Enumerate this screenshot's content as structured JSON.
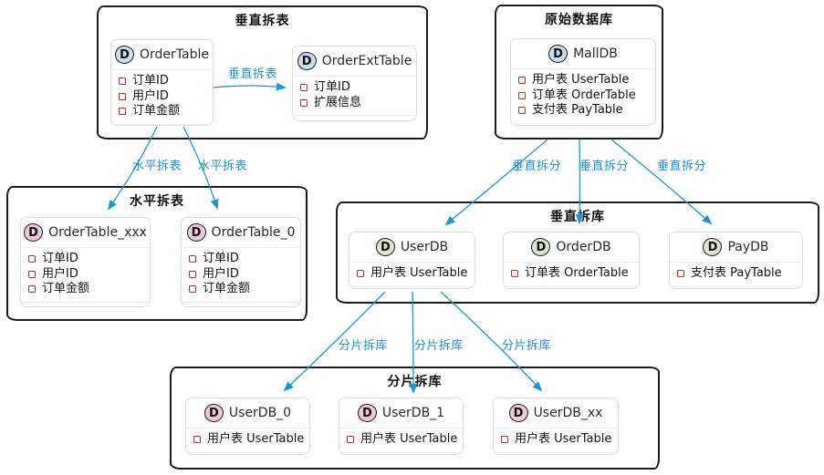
{
  "icons": {
    "entity_letter": "D"
  },
  "colors": {
    "edge_blue": "#1e96d4",
    "group_border": "#1c1c1c",
    "entity_border": "#dedede",
    "field_bullet_red": "#c42b2b",
    "icon_blue": "#c9ddef",
    "icon_pink": "#ebc8da",
    "icon_green": "#d7e8ce"
  },
  "groups": {
    "vertical_table": {
      "title": "垂直拆表"
    },
    "original_db": {
      "title": "原始数据库"
    },
    "horizontal_table": {
      "title": "水平拆表"
    },
    "vertical_db": {
      "title": "垂直拆库"
    },
    "shard_db": {
      "title": "分片拆库"
    }
  },
  "entities": {
    "order_table": {
      "name": "OrderTable",
      "fields": [
        "订单ID",
        "用户ID",
        "订单金额"
      ]
    },
    "order_ext_table": {
      "name": "OrderExtTable",
      "fields": [
        "订单ID",
        "扩展信息"
      ]
    },
    "mall_db": {
      "name": "MallDB",
      "fields": [
        "用户表 UserTable",
        "订单表 OrderTable",
        "支付表 PayTable"
      ]
    },
    "order_table_xxx": {
      "name": "OrderTable_xxx",
      "fields": [
        "订单ID",
        "用户ID",
        "订单金额"
      ]
    },
    "order_table_0": {
      "name": "OrderTable_0",
      "fields": [
        "订单ID",
        "用户ID",
        "订单金额"
      ]
    },
    "user_db": {
      "name": "UserDB",
      "fields": [
        "用户表 UserTable"
      ]
    },
    "order_db": {
      "name": "OrderDB",
      "fields": [
        "订单表 OrderTable"
      ]
    },
    "pay_db": {
      "name": "PayDB",
      "fields": [
        "支付表 PayTable"
      ]
    },
    "user_db_0": {
      "name": "UserDB_0",
      "fields": [
        "用户表 UserTable"
      ]
    },
    "user_db_1": {
      "name": "UserDB_1",
      "fields": [
        "用户表 UserTable"
      ]
    },
    "user_db_xx": {
      "name": "UserDB_xx",
      "fields": [
        "用户表 UserTable"
      ]
    }
  },
  "edges": [
    {
      "label": "垂直拆表",
      "from": "OrderTable",
      "to": "OrderExtTable"
    },
    {
      "label": "水平拆表",
      "from": "OrderTable",
      "to": "OrderTable_xxx"
    },
    {
      "label": "水平拆表",
      "from": "OrderTable",
      "to": "OrderTable_0"
    },
    {
      "label": "垂直拆分",
      "from": "MallDB",
      "to": "UserDB"
    },
    {
      "label": "垂直拆分",
      "from": "MallDB",
      "to": "OrderDB"
    },
    {
      "label": "垂直拆分",
      "from": "MallDB",
      "to": "PayDB"
    },
    {
      "label": "分片拆库",
      "from": "UserDB",
      "to": "UserDB_0"
    },
    {
      "label": "分片拆库",
      "from": "UserDB",
      "to": "UserDB_1"
    },
    {
      "label": "分片拆库",
      "from": "UserDB",
      "to": "UserDB_xx"
    }
  ]
}
